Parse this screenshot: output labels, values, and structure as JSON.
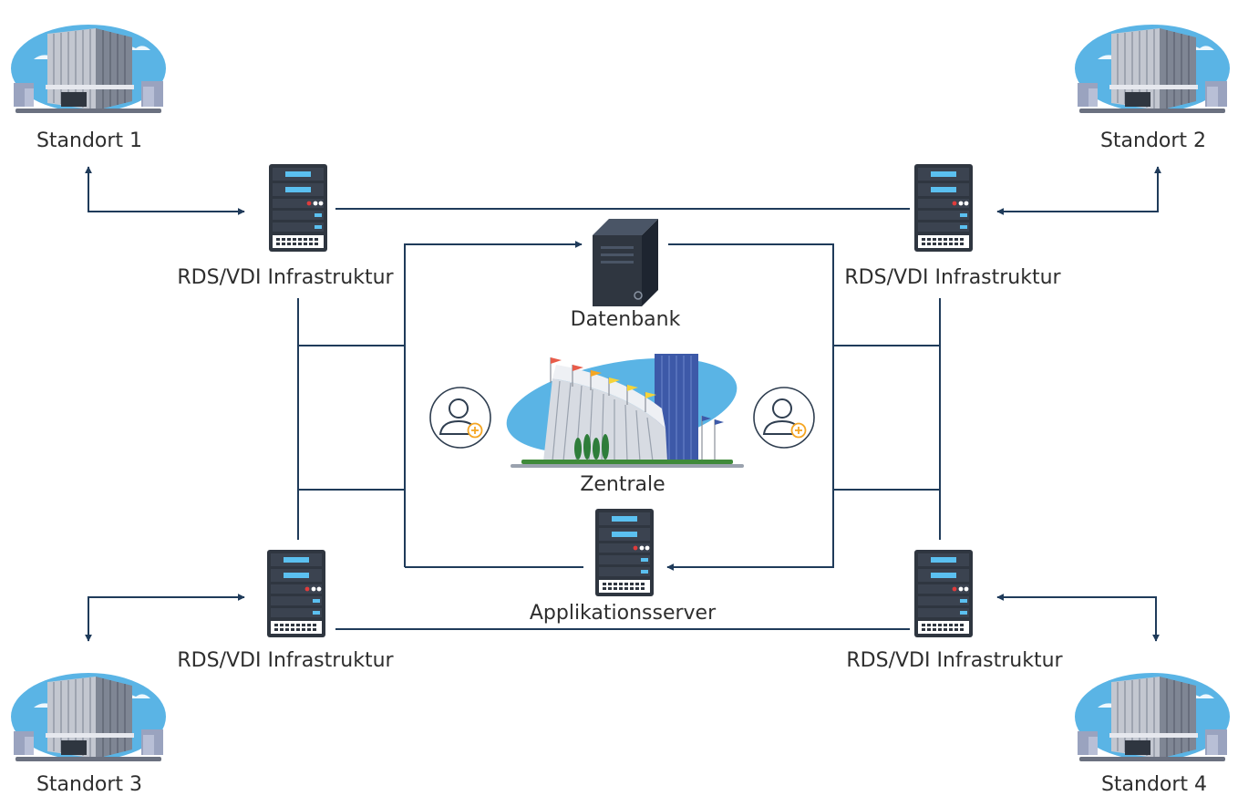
{
  "diagram": {
    "sites": [
      "Standort 1",
      "Standort 2",
      "Standort 3",
      "Standort 4"
    ],
    "rds_label": "RDS/VDI Infrastruktur",
    "database_label": "Datenbank",
    "headquarters_label": "Zentrale",
    "app_server_label": "Applikationsserver"
  },
  "colors": {
    "line": "#1f3b5a",
    "server_body": "#2f3640",
    "server_accent": "#5bc0f0",
    "sky": "#5ab4e5",
    "user_accent": "#f5a623"
  },
  "icons": [
    "building-icon",
    "rack-server-icon",
    "tower-server-icon",
    "headquarters-icon",
    "add-user-icon"
  ]
}
